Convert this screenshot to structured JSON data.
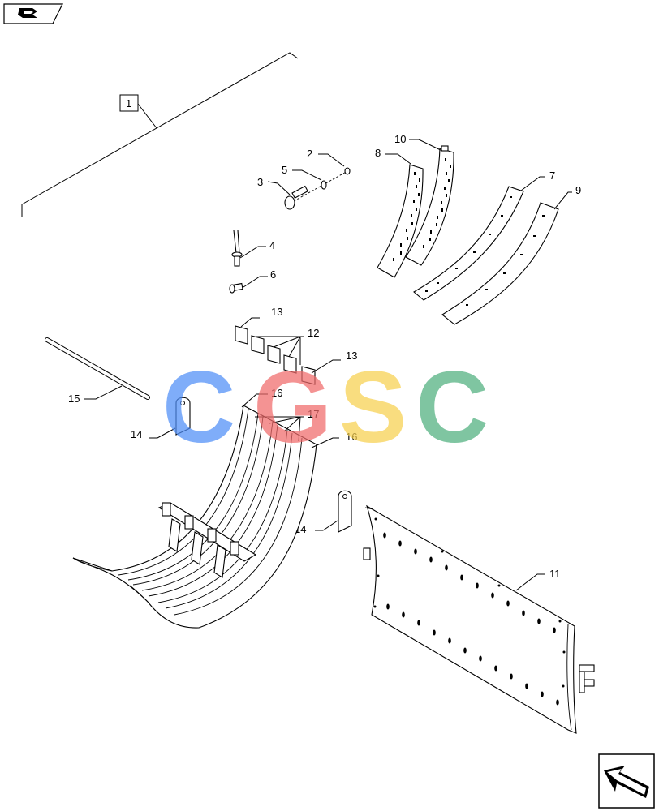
{
  "callouts": {
    "c1": "1",
    "c2": "2",
    "c3": "3",
    "c4": "4",
    "c5": "5",
    "c6": "6",
    "c7": "7",
    "c8": "8",
    "c9": "9",
    "c10": "10",
    "c11": "11",
    "c12": "12",
    "c13a": "13",
    "c13b": "13",
    "c14a": "14",
    "c14b": "14",
    "c15": "15",
    "c16a": "16",
    "c16b": "16",
    "c17": "17"
  },
  "watermark": {
    "letters": [
      "C",
      "G",
      "S",
      "C"
    ],
    "colors": [
      "#4f8ef7",
      "#f06a6a",
      "#f7d04f",
      "#4fb07e"
    ]
  },
  "icons": {
    "top_left": "book-arrow-icon",
    "bottom_right": "next-page-arrow-icon"
  }
}
